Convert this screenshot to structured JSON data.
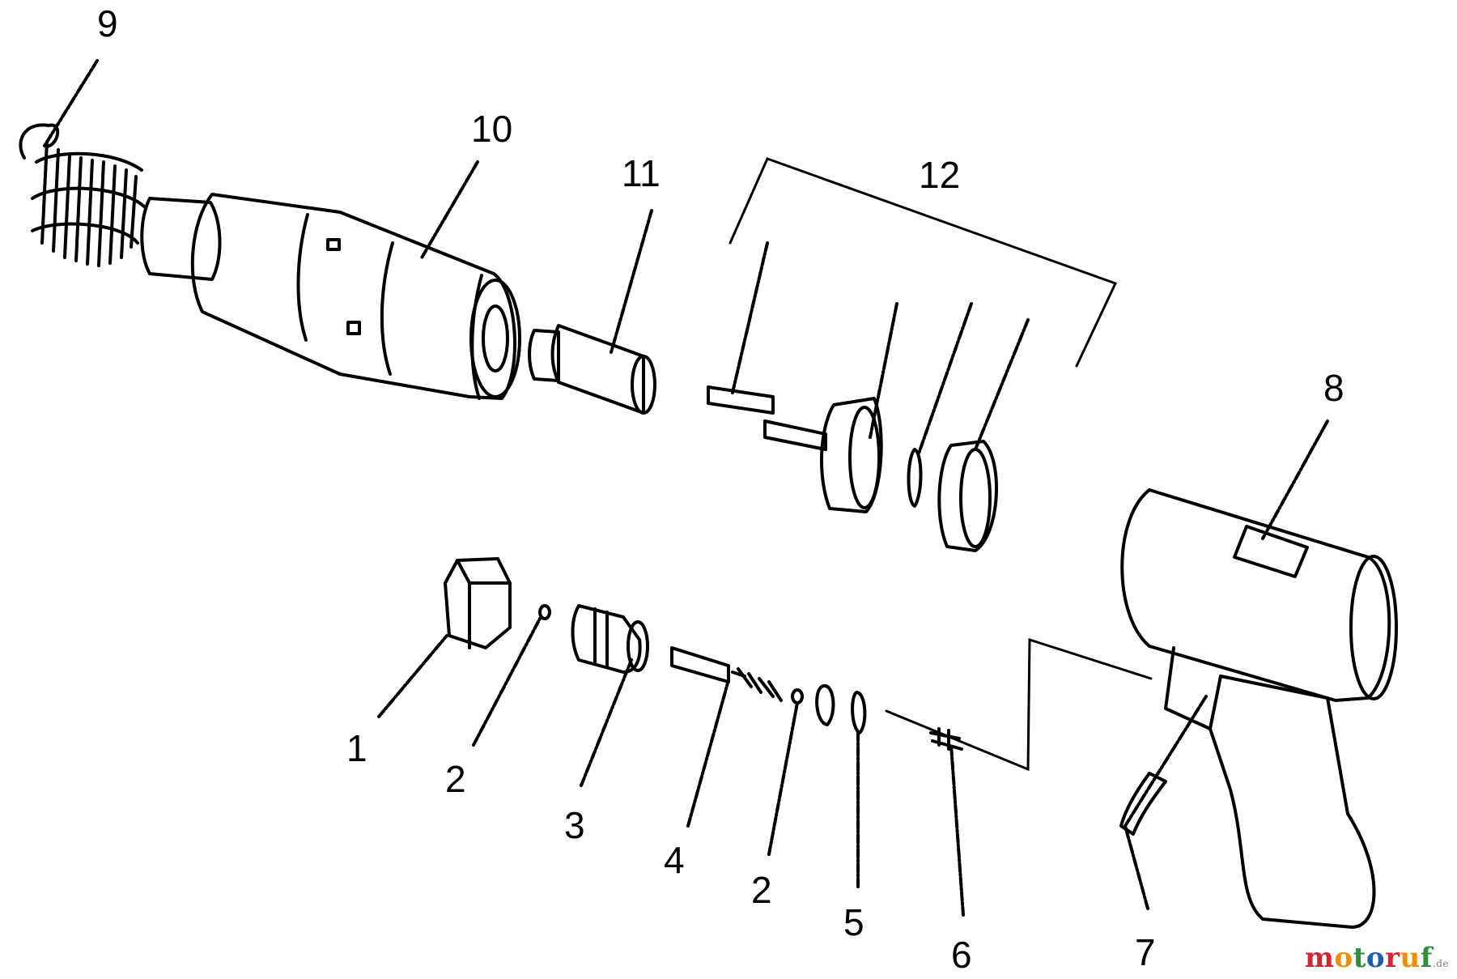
{
  "callouts": {
    "c1": "1",
    "c2a": "2",
    "c3": "3",
    "c4": "4",
    "c2b": "2",
    "c5": "5",
    "c6": "6",
    "c7": "7",
    "c8": "8",
    "c9": "9",
    "c10": "10",
    "c11": "11",
    "c12": "12"
  },
  "watermark": {
    "brand_letters": [
      "m",
      "o",
      "t",
      "o",
      "r",
      "u",
      "f"
    ],
    "brand_colors": [
      "#d22630",
      "#f28c00",
      "#2f8f3a",
      "#1f5fae",
      "#d22630",
      "#f28c00",
      "#2f8f3a"
    ],
    "suffix": ".de"
  }
}
